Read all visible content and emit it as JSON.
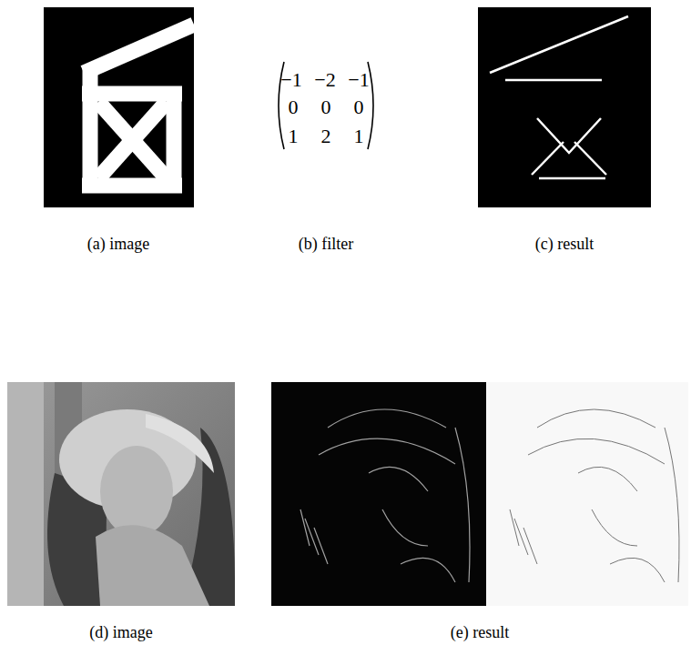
{
  "diagram": {
    "labels": [
      "−1",
      "−2",
      "−1",
      "0",
      "0",
      "0",
      "1",
      "2",
      "1",
      "(a) image",
      "(b) filter",
      "(c) result",
      "(d) image",
      "(e) result"
    ]
  }
}
